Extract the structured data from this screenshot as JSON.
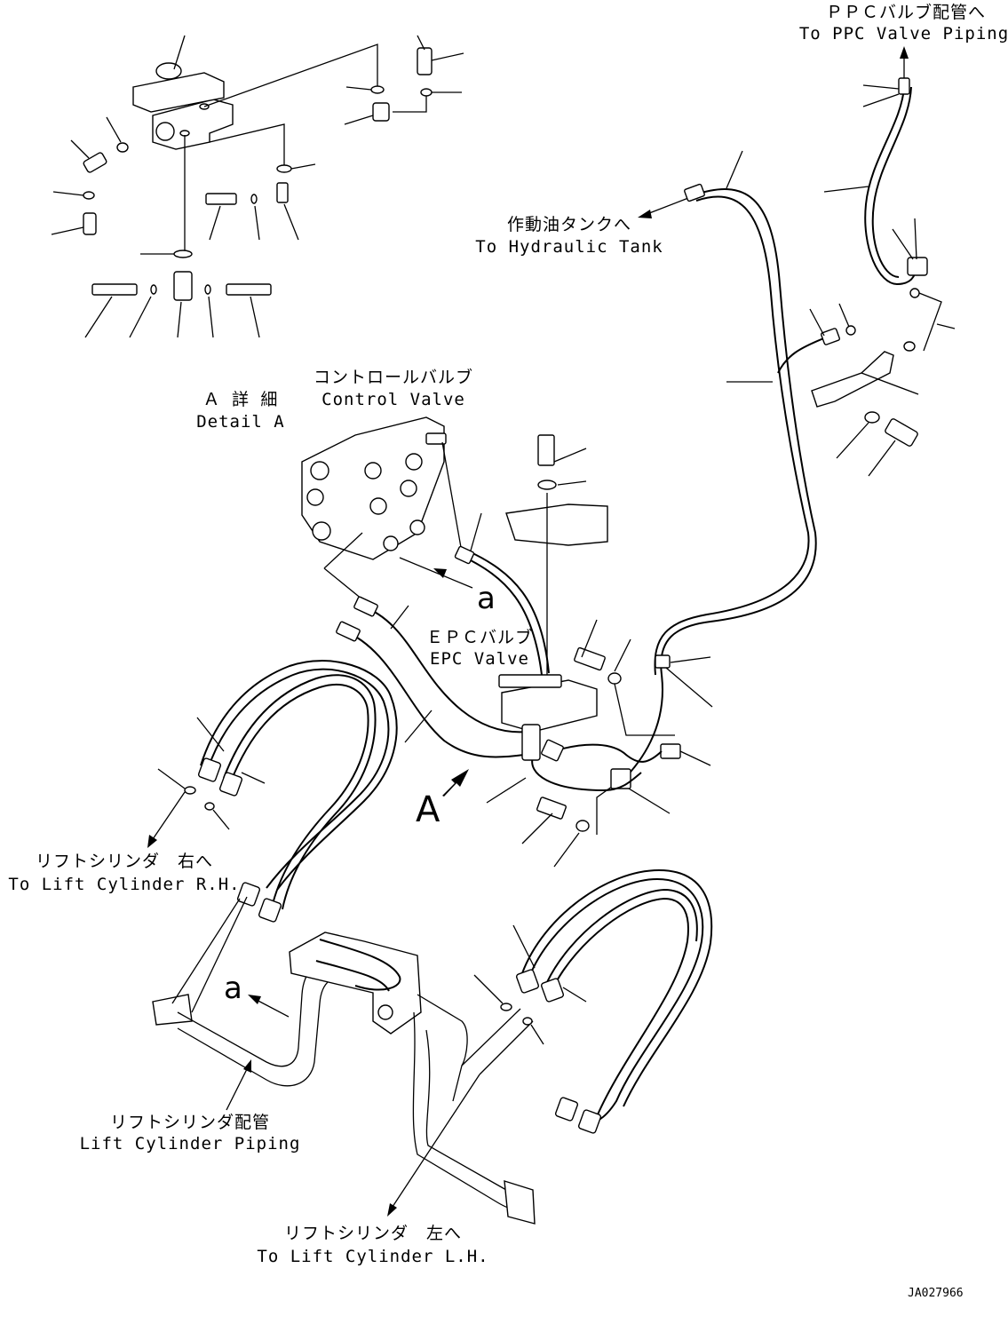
{
  "labels": {
    "ppc_jp": "ＰＰＣバルブ配管へ",
    "ppc_en": "To PPC Valve Piping",
    "tank_jp": "作動油タンクへ",
    "tank_en": "To Hydraulic Tank",
    "detail_jp": "Ａ 詳 細",
    "detail_en": "Detail A",
    "cv_jp": "コントロールバルブ",
    "cv_en": "Control Valve",
    "a_upper": "a",
    "epc_jp": "ＥＰＣバルブ",
    "epc_en": "EPC Valve",
    "arrow_a": "A",
    "lift_rh_jp": "リフトシリンダ　右へ",
    "lift_rh_en": "To Lift Cylinder R.H.",
    "a_lower": "a",
    "lift_piping_jp": "リフトシリンダ配管",
    "lift_piping_en": "Lift Cylinder Piping",
    "lift_lh_jp": "リフトシリンダ　左へ",
    "lift_lh_en": "To Lift Cylinder L.H.",
    "drawing_no": "JA027966"
  }
}
